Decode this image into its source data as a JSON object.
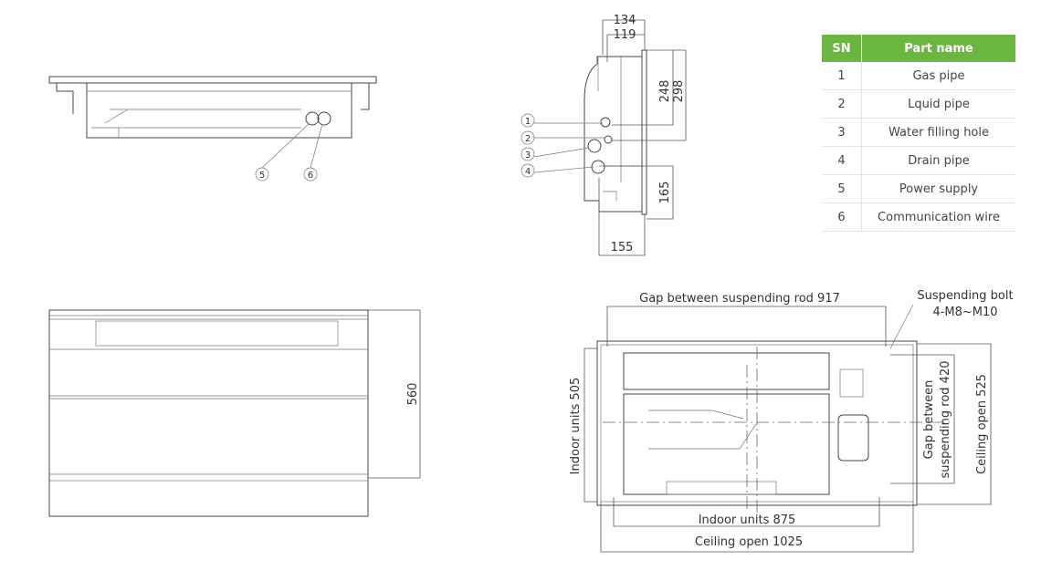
{
  "parts_table": {
    "headers": {
      "sn": "SN",
      "part_name": "Part name"
    },
    "rows": [
      {
        "sn": "1",
        "name": "Gas pipe"
      },
      {
        "sn": "2",
        "name": "Lquid pipe"
      },
      {
        "sn": "3",
        "name": "Water filling hole"
      },
      {
        "sn": "4",
        "name": "Drain pipe"
      },
      {
        "sn": "5",
        "name": "Power supply"
      },
      {
        "sn": "6",
        "name": "Communication wire"
      }
    ],
    "header_color": "#6ab640"
  },
  "top_view": {
    "callouts": [
      "5",
      "6"
    ]
  },
  "side_view": {
    "callouts": [
      "1",
      "2",
      "3",
      "4"
    ],
    "dims": {
      "d134": "134",
      "d119": "119",
      "d248": "248",
      "d298": "298",
      "d165": "165",
      "d155": "155"
    }
  },
  "front_view": {
    "dims": {
      "d560": "560"
    }
  },
  "plan_view": {
    "rod_gap_width": "Gap between suspending rod 917",
    "bolt_line1": "Suspending bolt",
    "bolt_line2": "4-M8~M10",
    "indoor_depth": "Indoor units 505",
    "indoor_width": "Indoor units 875",
    "ceiling_width": "Ceiling open 1025",
    "rod_gap_depth_line1": "Gap between",
    "rod_gap_depth_line2": "suspending rod 420",
    "ceiling_depth": "Ceiling open 525"
  }
}
